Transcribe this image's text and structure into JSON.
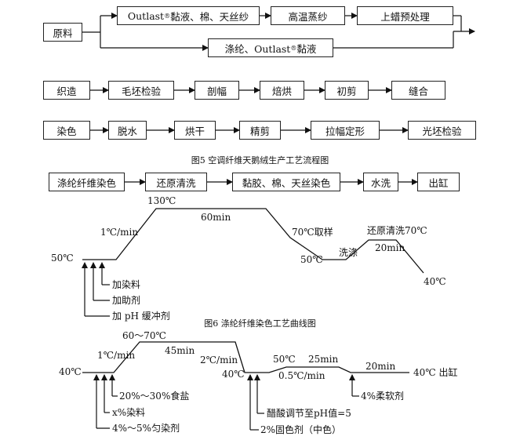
{
  "flow": {
    "raw": "原料",
    "r1": [
      "Outlast",
      "黏液、棉、天丝纱"
    ],
    "r1b": "高温蒸纱",
    "r1c": "上蜡预处理",
    "r2": [
      "涤纶、Outlast",
      "黏液"
    ],
    "reg": "®",
    "row2": [
      "织造",
      "毛坯检验",
      "剖幅",
      "焙烘",
      "初剪",
      "缝合"
    ],
    "row3": [
      "染色",
      "脱水",
      "烘干",
      "精剪",
      "拉幅定形",
      "光坯检验"
    ],
    "caption": "图5 空调纤维天鹅绒生产工艺流程图"
  },
  "dye_flow": {
    "steps": [
      "涤纶纤维染色",
      "还原清洗",
      "黏胶、棉、天丝染色",
      "水洗",
      "出缸"
    ]
  },
  "curve1": {
    "t_start": "50℃",
    "t_top": "130℃",
    "rate": "1℃/min",
    "hold": "60min",
    "sample": "70℃取样",
    "t_low": "50℃",
    "wash": "洗涤",
    "reduce": "还原清洗70℃",
    "reduce_time": "20min",
    "t_end": "40℃",
    "adds": [
      "加染料",
      "加助剂",
      "加 pH 缓冲剂"
    ],
    "caption": "图6 涤纶纤维染色工艺曲线图"
  },
  "curve2": {
    "t_start": "40℃",
    "t_top": "60～70℃",
    "rate1": "1℃/min",
    "hold1": "45min",
    "rate2": "2℃/min",
    "t_mid": "40℃",
    "t_rise": "50℃",
    "hold2": "25min",
    "rate3": "0.5℃/min",
    "hold3": "20min",
    "end": "40℃ 出缸",
    "adds": [
      "20%～30%食盐",
      "x%染料",
      "4%～5%匀染剂"
    ],
    "adds2": [
      "醋酸调节至pH值=5",
      "2%固色剂（中色）"
    ],
    "softener": "4%柔软剂"
  }
}
